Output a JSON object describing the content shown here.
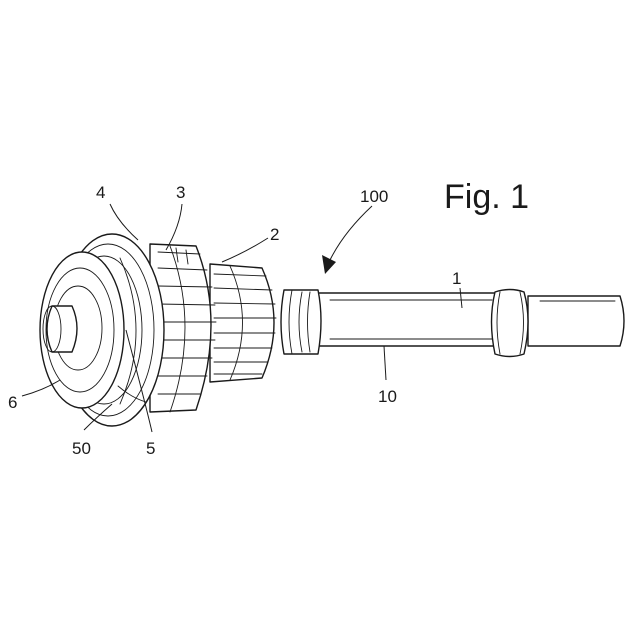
{
  "figure": {
    "title": "Fig. 1"
  },
  "labels": {
    "l100": "100",
    "l4": "4",
    "l3": "3",
    "l2": "2",
    "l1": "1",
    "l10": "10",
    "l6": "6",
    "l50": "50",
    "l5": "5"
  },
  "colors": {
    "ink": "#1a1a1a",
    "paper": "#ffffff"
  }
}
